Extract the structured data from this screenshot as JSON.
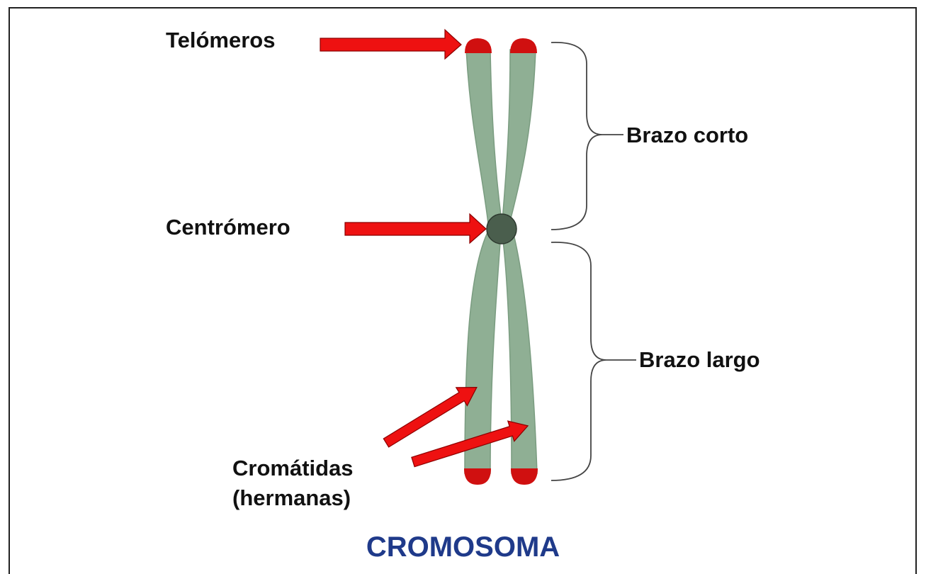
{
  "title": "CROMOSOMA",
  "labels": {
    "telomeres": "Telómeros",
    "centromere": "Centrómero",
    "short_arm": "Brazo corto",
    "long_arm": "Brazo largo",
    "chromatids_line1": "Cromátidas",
    "chromatids_line2": "(hermanas)"
  },
  "colors": {
    "chromatid": "#8faf94",
    "chromatid_outline": "#7a9c80",
    "telomere": "#d01010",
    "arrow": "#ee1111",
    "arrow_outline": "#8a0000",
    "centromere": "#4a5e4d",
    "title": "#1f3a8a"
  }
}
